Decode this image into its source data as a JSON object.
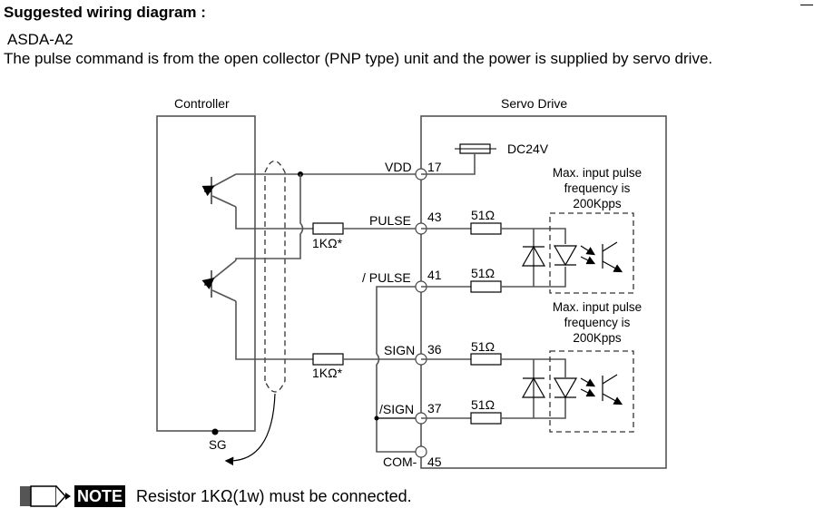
{
  "header": {
    "title": "Suggested wiring diagram :",
    "model": "ASDA-A2",
    "description": "The pulse command is from the open collector (PNP type) unit and the power is supplied by servo drive."
  },
  "diagram": {
    "controller_label": "Controller",
    "servo_label": "Servo Drive",
    "sg_label": "SG",
    "power_label": "DC24V",
    "ext_resistor_1": "1KΩ*",
    "ext_resistor_2": "1KΩ*",
    "pins": [
      {
        "name": "VDD",
        "number": "17"
      },
      {
        "name": "PULSE",
        "number": "43"
      },
      {
        "name": "/ PULSE",
        "number": "41"
      },
      {
        "name": "SIGN",
        "number": "36"
      },
      {
        "name": "/SIGN",
        "number": "37"
      },
      {
        "name": "COM-",
        "number": "45"
      }
    ],
    "internal_resistors": [
      "51Ω",
      "51Ω",
      "51Ω",
      "51Ω"
    ],
    "freq_note_1": [
      "Max. input pulse",
      "frequency is",
      "200Kpps"
    ],
    "freq_note_2": [
      "Max. input pulse",
      "frequency is",
      "200Kpps"
    ]
  },
  "note": {
    "badge": "NOTE",
    "text": "Resistor 1KΩ(1w) must be connected."
  }
}
